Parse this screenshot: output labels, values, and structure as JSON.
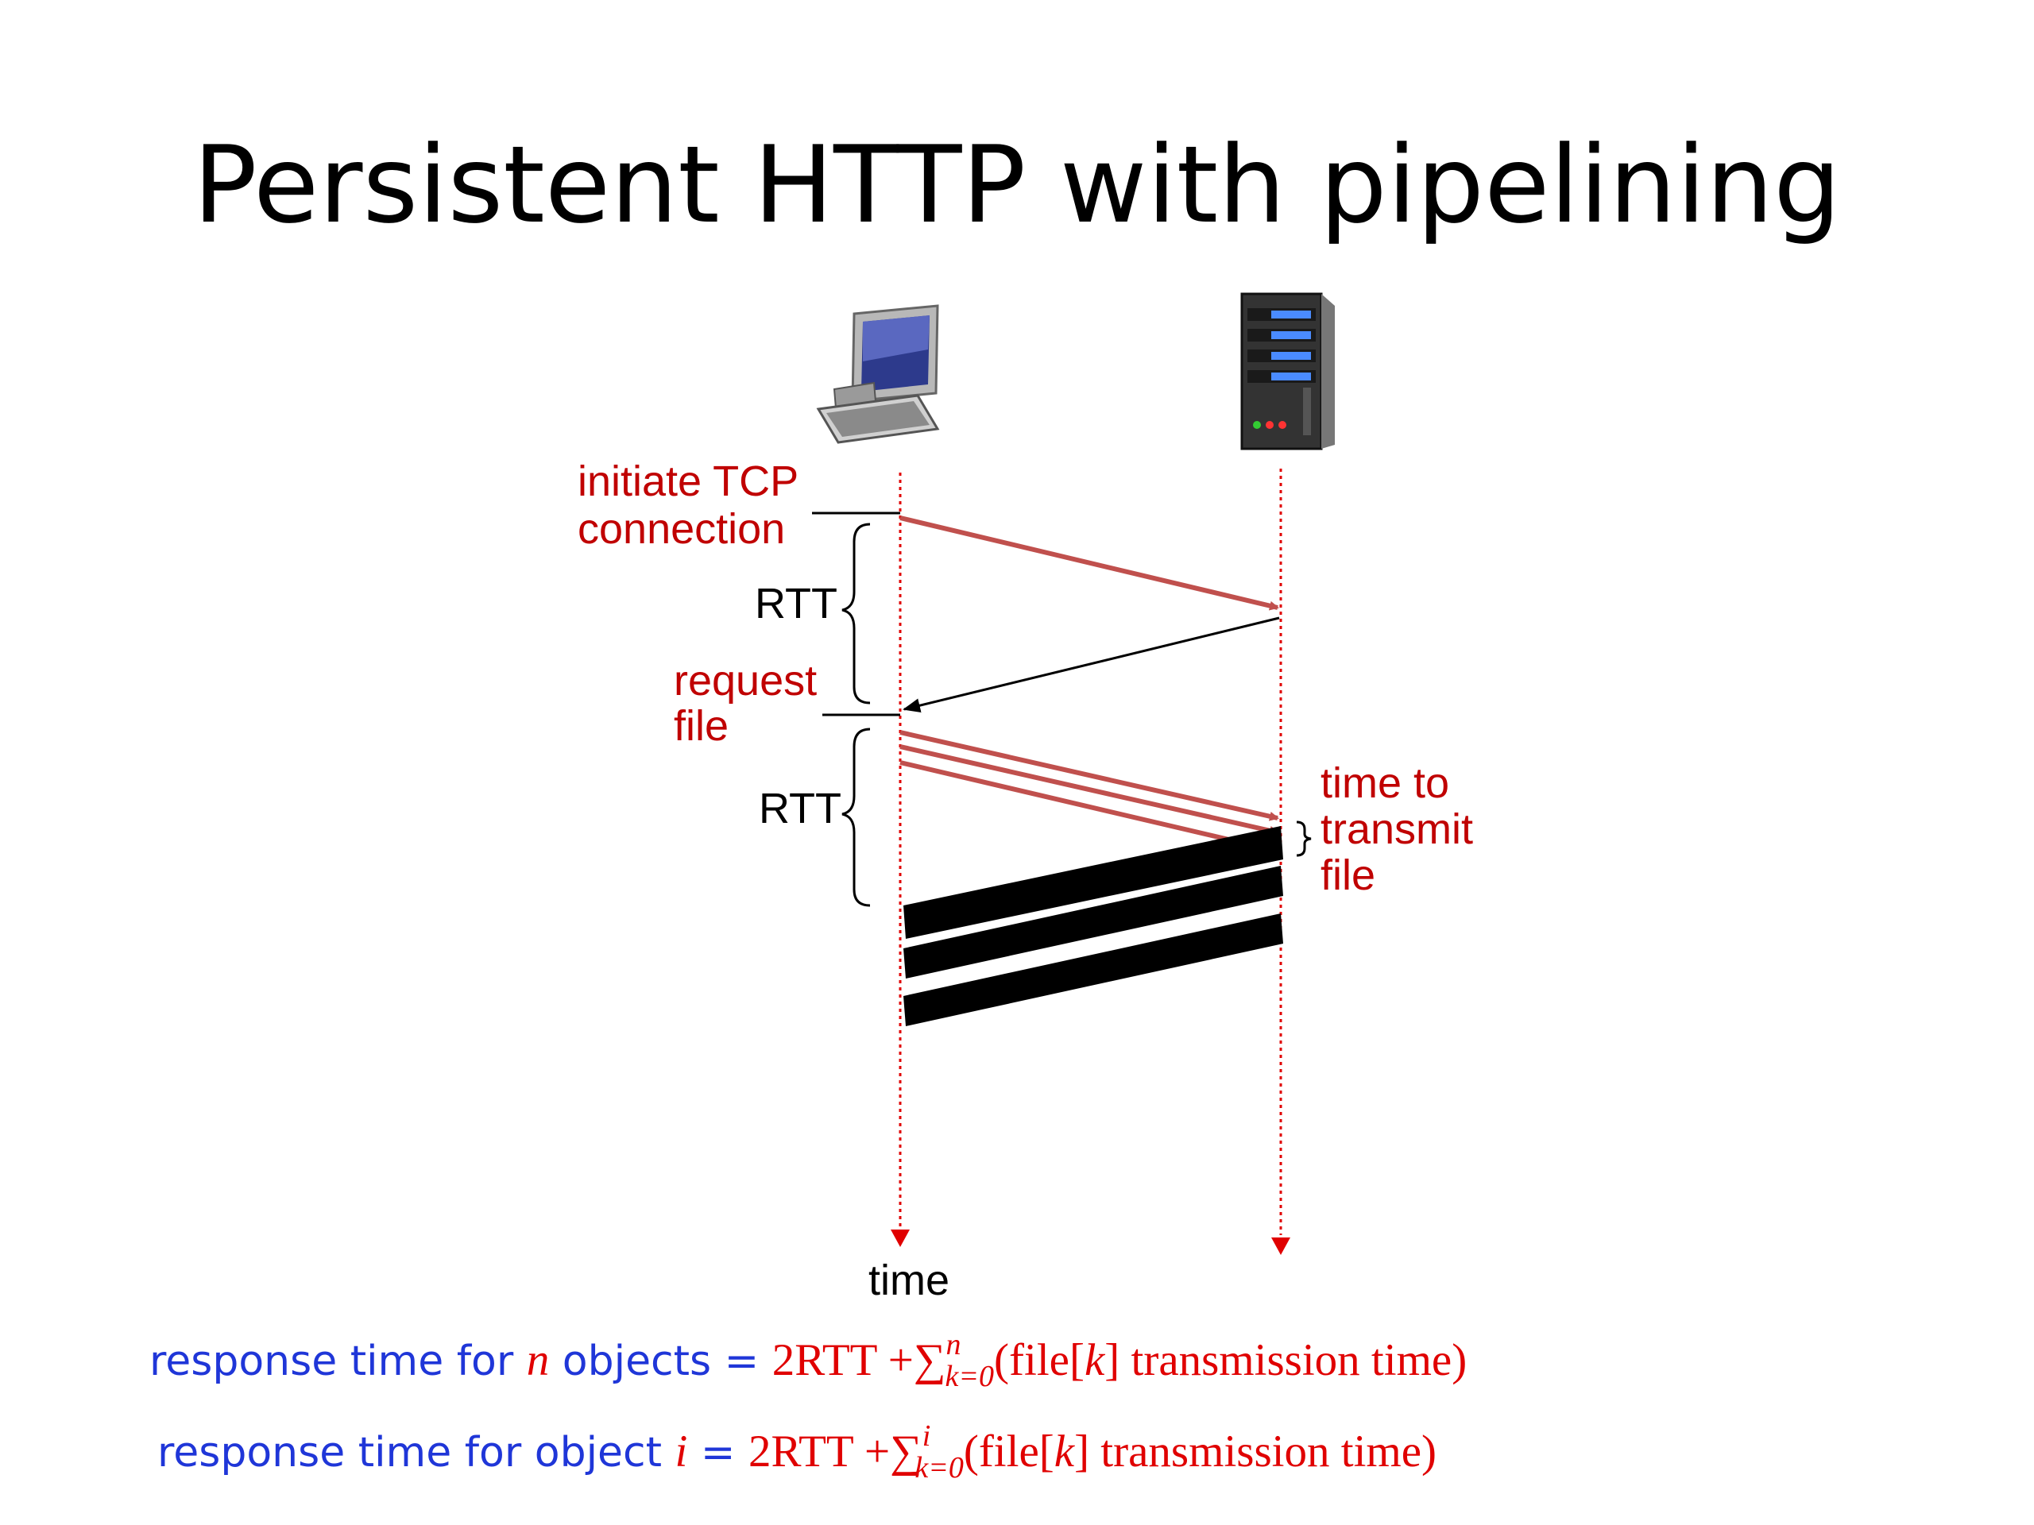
{
  "title": "Persistent HTTP with pipelining",
  "labels": {
    "initiate": "initiate TCP",
    "connection": "connection",
    "rtt1": "RTT",
    "request": "request",
    "file": "file",
    "rtt2": "RTT",
    "time_to": "time to",
    "transmit": "transmit",
    "transmit_file": "file",
    "time_axis": "time"
  },
  "icons": {
    "client": "desktop-computer-icon",
    "server": "server-tower-icon"
  },
  "formulas": {
    "n_objects": {
      "prefix": "response time for ",
      "var": "n",
      "suffix": " objects = ",
      "rhs": "2RTT +",
      "sum": "∑",
      "sup": "n",
      "sub": "k=0",
      "body_open": "(file[",
      "body_var": "k",
      "body_close": "]  transmission time)"
    },
    "object_i": {
      "prefix": "response time for object ",
      "var": "i",
      "suffix": " = ",
      "rhs": "2RTT +",
      "sum": "∑",
      "sup": "i",
      "sub": "k=0",
      "body_open": "(file[",
      "body_var": "k",
      "body_close": "]  transmission time)"
    }
  },
  "colors": {
    "red_text": "#c00000",
    "arrow_red": "#c0504d",
    "formula_blue": "#1f36d8",
    "formula_red": "#e00000"
  }
}
